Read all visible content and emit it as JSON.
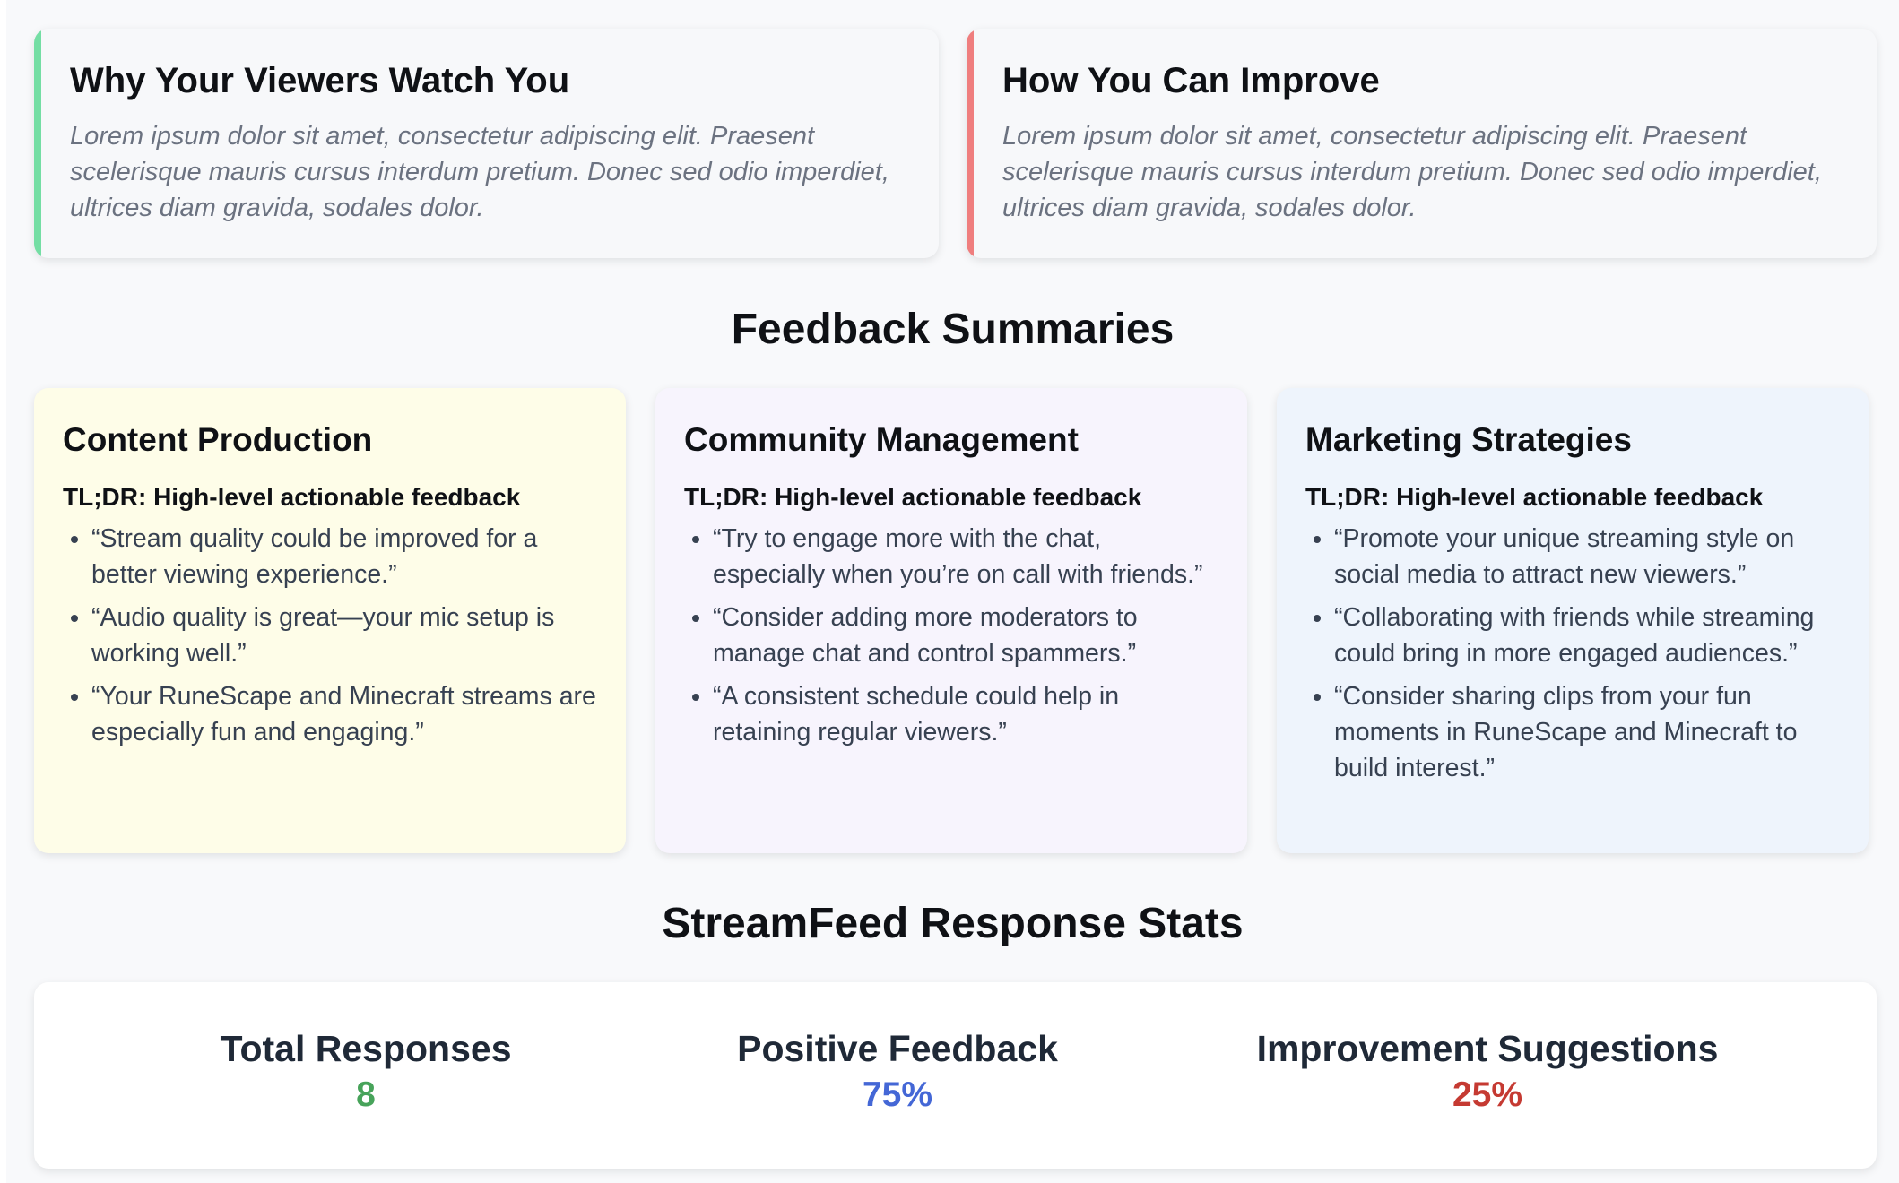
{
  "insights": {
    "why": {
      "title": "Why Your Viewers Watch You",
      "body": "Lorem ipsum dolor sit amet, consectetur adipiscing elit. Praesent scelerisque mauris cursus interdum pretium. Donec sed odio imperdiet, ultrices diam gravida, sodales dolor.",
      "accent": "#74dea4"
    },
    "improve": {
      "title": "How You Can Improve",
      "body": "Lorem ipsum dolor sit amet, consectetur adipiscing elit. Praesent scelerisque mauris cursus interdum pretium. Donec sed odio imperdiet, ultrices diam gravida, sodales dolor.",
      "accent": "#ef7e7e"
    }
  },
  "feedback_summaries": {
    "heading": "Feedback Summaries",
    "cards": [
      {
        "title": "Content Production",
        "tldr": "TL;DR: High-level actionable feedback",
        "items": [
          "“Stream quality could be improved for a better viewing experience.”",
          "“Audio quality is great—your mic setup is working well.”",
          "“Your RuneScape and Minecraft streams are especially fun and engaging.”"
        ],
        "background": "#fefde8"
      },
      {
        "title": "Community Management",
        "tldr": "TL;DR: High-level actionable feedback",
        "items": [
          "“Try to engage more with the chat, especially when you’re on call with friends.”",
          "“Consider adding more moderators to manage chat and control spammers.”",
          "“A consistent schedule could help in retaining regular viewers.”"
        ],
        "background": "#f7f4fd"
      },
      {
        "title": "Marketing Strategies",
        "tldr": "TL;DR: High-level actionable feedback",
        "items": [
          "“Promote your unique streaming style on social media to attract new viewers.”",
          "“Collaborating with friends while streaming could bring in more engaged audiences.”",
          "“Consider sharing clips from your fun moments in RuneScape and Minecraft to build interest.”"
        ],
        "background": "#eef4fc"
      }
    ]
  },
  "stats": {
    "heading": "StreamFeed Response Stats",
    "items": [
      {
        "label": "Total Responses",
        "value": "8",
        "color": "#47a35a"
      },
      {
        "label": "Positive Feedback",
        "value": "75%",
        "color": "#4467d6"
      },
      {
        "label": "Improvement Suggestions",
        "value": "25%",
        "color": "#c53a32"
      }
    ]
  }
}
